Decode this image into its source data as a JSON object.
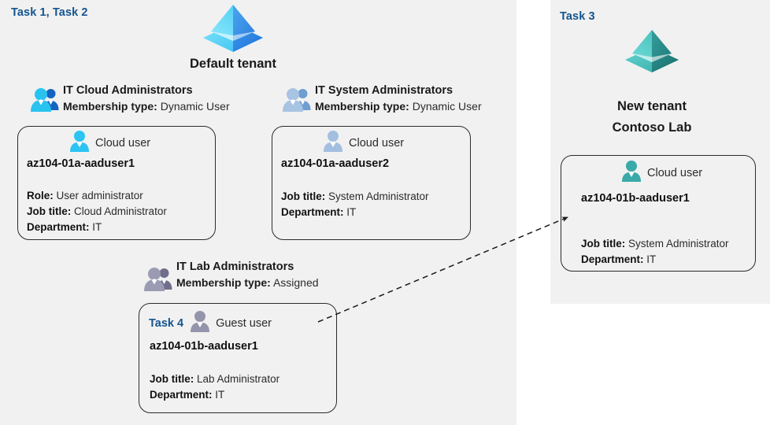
{
  "diagram": {
    "title": "Azure AD tenants, groups and users lab diagram",
    "accent_color": "#13558f",
    "panel_bg": "#f1f1f1",
    "page_bg": "#ffffff"
  },
  "left_panel": {
    "task_label": "Task 1, Task 2",
    "tenant": {
      "name": "Default tenant",
      "icon": "azure-ad-tenant-icon",
      "icon_colors": {
        "left": "#50d8f8",
        "right": "#3f8fe8",
        "base": "#29b6f0"
      }
    },
    "groups": [
      {
        "name": "IT Cloud Administrators",
        "membership_label": "Membership type:",
        "membership_value": "Dynamic User",
        "icon": "users-group-icon",
        "icon_color": "#1fb5ef",
        "card": {
          "user_type": "Cloud user",
          "user_icon": "cloud-user-icon",
          "user_icon_color": "#2cc4f2",
          "username": "az104-01a-aaduser1",
          "attributes": [
            {
              "label": "Role:",
              "value": "User administrator"
            },
            {
              "label": "Job title:",
              "value": "Cloud Administrator"
            },
            {
              "label": "Department:",
              "value": "IT"
            }
          ]
        }
      },
      {
        "name": "IT System Administrators",
        "membership_label": "Membership type:",
        "membership_value": "Dynamic User",
        "icon": "users-group-icon",
        "icon_color": "#8fb3dc",
        "card": {
          "user_type": "Cloud user",
          "user_icon": "cloud-user-icon",
          "user_icon_color": "#9dbbdf",
          "username": "az104-01a-aaduser2",
          "attributes": [
            {
              "label": "Job title:",
              "value": "System Administrator"
            },
            {
              "label": "Department:",
              "value": "IT"
            }
          ]
        }
      },
      {
        "name": "IT Lab Administrators",
        "membership_label": "Membership type:",
        "membership_value": "Assigned",
        "icon": "users-group-icon",
        "icon_color": "#8c8ca6",
        "card": {
          "inline_task_label": "Task 4",
          "user_type": "Guest user",
          "user_icon": "guest-user-icon",
          "user_icon_color": "#8e8ea6",
          "username": "az104-01b-aaduser1",
          "attributes": [
            {
              "label": "Job title:",
              "value": "Lab Administrator"
            },
            {
              "label": "Department:",
              "value": "IT"
            }
          ]
        }
      }
    ]
  },
  "right_panel": {
    "task_label": "Task 3",
    "tenant": {
      "name_line1": "New  tenant",
      "name_line2": "Contoso Lab",
      "icon": "azure-ad-tenant-icon",
      "icon_colors": {
        "left": "#4ec8c8",
        "right": "#2e9a9a",
        "base": "#3bb3b3"
      }
    },
    "card": {
      "user_type": "Cloud user",
      "user_icon": "cloud-user-icon",
      "user_icon_color": "#3aa9a9",
      "username": "az104-01b-aaduser1",
      "attributes": [
        {
          "label": "Job title:",
          "value": "System Administrator"
        },
        {
          "label": "Department:",
          "value": "IT"
        }
      ]
    }
  },
  "connector": {
    "name": "guest-user-invite-arrow",
    "style": "dashed",
    "color": "#1a1a1a",
    "from": "IT Lab Administrators guest user card",
    "to": "Contoso Lab cloud user card"
  }
}
